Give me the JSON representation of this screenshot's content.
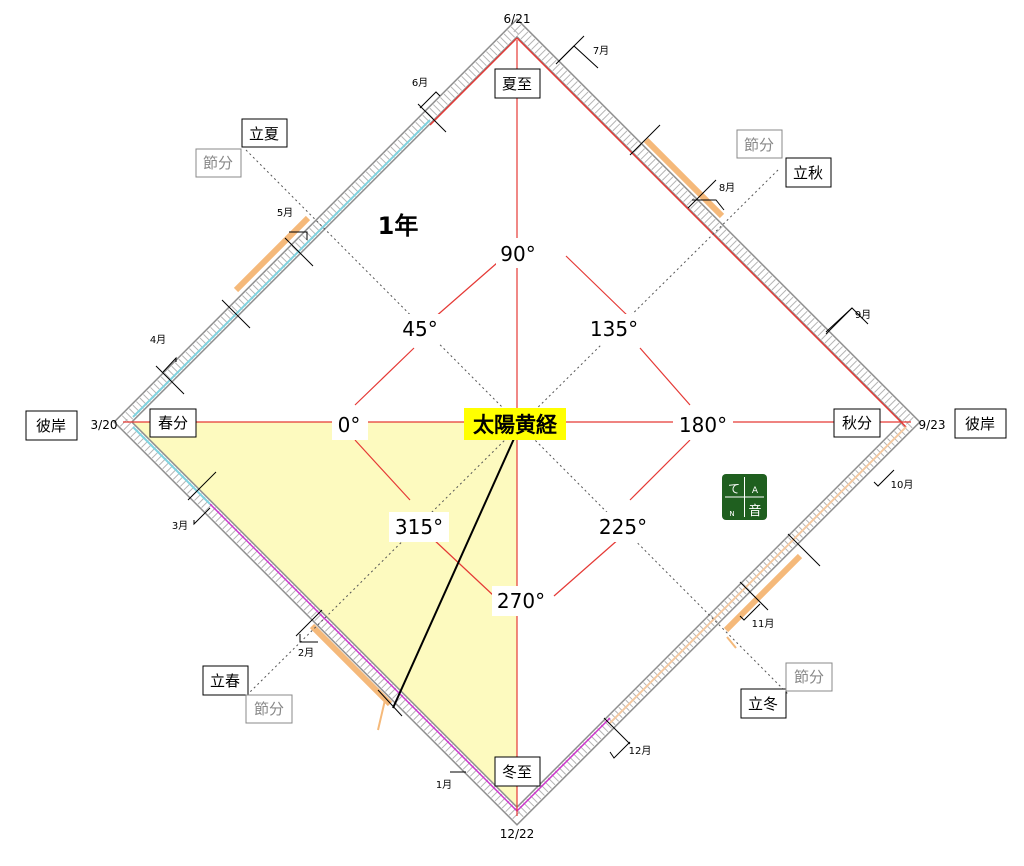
{
  "title": "1年",
  "center_label": "太陽黄経",
  "dates": {
    "top": "6/21",
    "bottom": "12/22",
    "left": "3/20",
    "right": "9/23"
  },
  "solstices": {
    "summer": "夏至",
    "winter": "冬至"
  },
  "equinoxes": {
    "spring": "春分",
    "autumn": "秋分",
    "left_outer": "彼岸",
    "right_outer": "彼岸"
  },
  "season_starts": {
    "summer": "立夏",
    "autumn": "立秋",
    "spring": "立春",
    "winter": "立冬"
  },
  "setsubun": {
    "summer": "節分",
    "autumn": "節分",
    "spring": "節分",
    "winter": "節分"
  },
  "angles": {
    "a0": "0°",
    "a45": "45°",
    "a90": "90°",
    "a135": "135°",
    "a180": "180°",
    "a225": "225°",
    "a270": "270°",
    "a315": "315°"
  },
  "months": {
    "m1": "1月",
    "m2": "2月",
    "m3": "3月",
    "m4": "4月",
    "m5": "5月",
    "m6": "6月",
    "m7": "7月",
    "m8": "8月",
    "m9": "9月",
    "m10": "10月",
    "m11": "11月",
    "m12": "12月"
  },
  "logo": {
    "tl": "て",
    "tr": "A",
    "bl": "N",
    "br": "音"
  },
  "colors": {
    "red": "#e53935",
    "shade": "#fdfabf",
    "orange": "#f5b97a",
    "cyan": "#7fd3e0",
    "magenta": "#cc33cc",
    "highlight": "#ffff00",
    "logo_bg": "#1f5f1f"
  }
}
